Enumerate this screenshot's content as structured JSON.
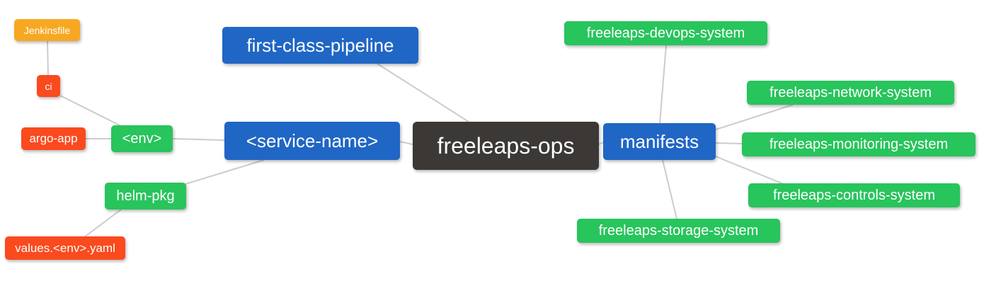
{
  "diagram": {
    "type": "mind-map",
    "root_label": "freeleaps-ops"
  },
  "palette": {
    "root_bg": "#3b3836",
    "branch_bg": "#2066c5",
    "leaf_green_bg": "#28c45c",
    "leaf_red_bg": "#fa4a1e",
    "leaf_orange_bg": "#f7a823",
    "edge": "#cccccc",
    "text": "#ffffff"
  },
  "nodes": {
    "root": {
      "label": "freeleaps-ops"
    },
    "first_class_pipeline": {
      "label": "first-class-pipeline"
    },
    "service_name": {
      "label": "<service-name>"
    },
    "env": {
      "label": "<env>"
    },
    "ci": {
      "label": "ci"
    },
    "jenkinsfile": {
      "label": "Jenkinsfile"
    },
    "argo_app": {
      "label": "argo-app"
    },
    "helm_pkg": {
      "label": "helm-pkg"
    },
    "values_env_yaml": {
      "label": "values.<env>.yaml"
    },
    "manifests": {
      "label": "manifests"
    },
    "devops_system": {
      "label": "freeleaps-devops-system"
    },
    "network_system": {
      "label": "freeleaps-network-system"
    },
    "monitoring_system": {
      "label": "freeleaps-monitoring-system"
    },
    "controls_system": {
      "label": "freeleaps-controls-system"
    },
    "storage_system": {
      "label": "freeleaps-storage-system"
    }
  },
  "edges": [
    {
      "from": "Jenkinsfile",
      "to": "ci"
    },
    {
      "from": "ci",
      "to": "<env>"
    },
    {
      "from": "argo-app",
      "to": "<env>"
    },
    {
      "from": "<env>",
      "to": "<service-name>"
    },
    {
      "from": "first-class-pipeline",
      "to": "freeleaps-ops"
    },
    {
      "from": "<service-name>",
      "to": "freeleaps-ops"
    },
    {
      "from": "<service-name>",
      "to": "helm-pkg"
    },
    {
      "from": "helm-pkg",
      "to": "values.<env>.yaml"
    },
    {
      "from": "freeleaps-ops",
      "to": "manifests"
    },
    {
      "from": "manifests",
      "to": "freeleaps-devops-system"
    },
    {
      "from": "manifests",
      "to": "freeleaps-network-system"
    },
    {
      "from": "manifests",
      "to": "freeleaps-monitoring-system"
    },
    {
      "from": "manifests",
      "to": "freeleaps-controls-system"
    },
    {
      "from": "manifests",
      "to": "freeleaps-storage-system"
    }
  ]
}
